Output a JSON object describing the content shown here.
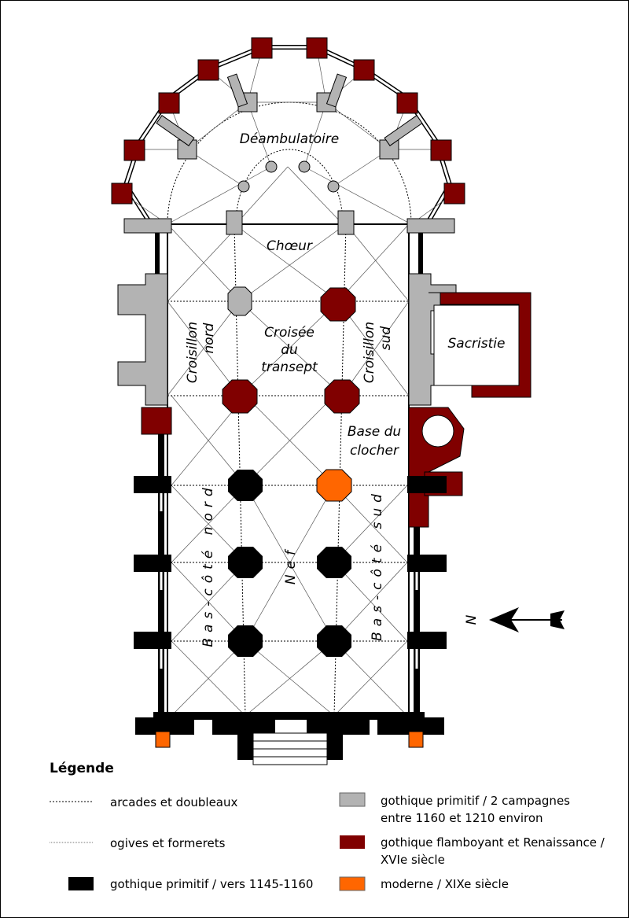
{
  "plan": {
    "labels": {
      "ambulatory": "Déambulatoire",
      "choir": "Chœur",
      "crossing_1": "Croisée",
      "crossing_2": "du",
      "crossing_3": "transept",
      "north_arm_1": "Croisillon",
      "north_arm_2": "nord",
      "south_arm_1": "Croisillon",
      "south_arm_2": "sud",
      "sacristy": "Sacristie",
      "tower_1": "Base du",
      "tower_2": "clocher",
      "north_aisle": "Bas-côté nord",
      "nave": "Nef",
      "south_aisle": "Bas-côté sud"
    },
    "north_symbol": "N"
  },
  "legend": {
    "title": "Légende",
    "items": [
      {
        "label": "arcades et doubleaux"
      },
      {
        "label": "ogives et formerets"
      },
      {
        "label": "gothique primitif / vers 1145-1160",
        "color": "#000000"
      },
      {
        "label_1": "gothique primitif / 2 campagnes",
        "label_2": "entre 1160 et 1210 environ",
        "color": "#b3b3b3"
      },
      {
        "label_1": "gothique flamboyant et Renaissance /",
        "label_2": "XVIe siècle",
        "color": "#800000"
      },
      {
        "label": "moderne / XIXe siècle",
        "color": "#ff6600"
      }
    ]
  },
  "colors": {
    "black": "#000000",
    "gray": "#b3b3b3",
    "red": "#800000",
    "orange": "#ff6600"
  }
}
